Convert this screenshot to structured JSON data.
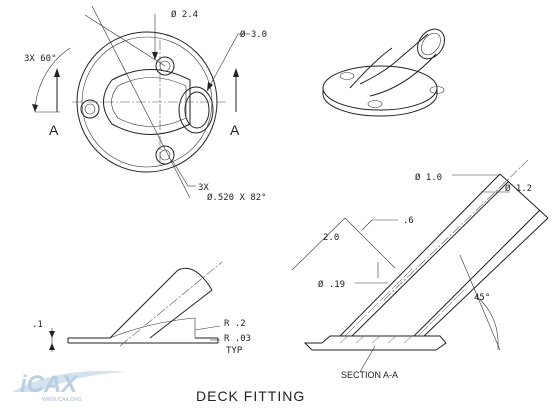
{
  "title": "DECK FITTING",
  "section_label": "SECTION A-A",
  "section_marks": [
    "A",
    "A"
  ],
  "dimensions": {
    "angle_pattern": "3X 60°",
    "dia_small_hole": "Ø 2.4",
    "dia_tube_outer": "Ø 3.0",
    "holes_qty": "3X",
    "holes_spec": "Ø.520 X 82°",
    "dia_bore": "Ø 1.0",
    "dia_outer": "Ø 1.2",
    "wall": ".6",
    "height": "2.0",
    "dia_small": "Ø .19",
    "angle": "45°",
    "thickness": ".1",
    "radius_large": "R .2",
    "radius_small": "R .03",
    "radius_note": "TYP"
  },
  "watermark": {
    "logo": "iCAX",
    "caption": "WWW.ICAX.ORG"
  }
}
